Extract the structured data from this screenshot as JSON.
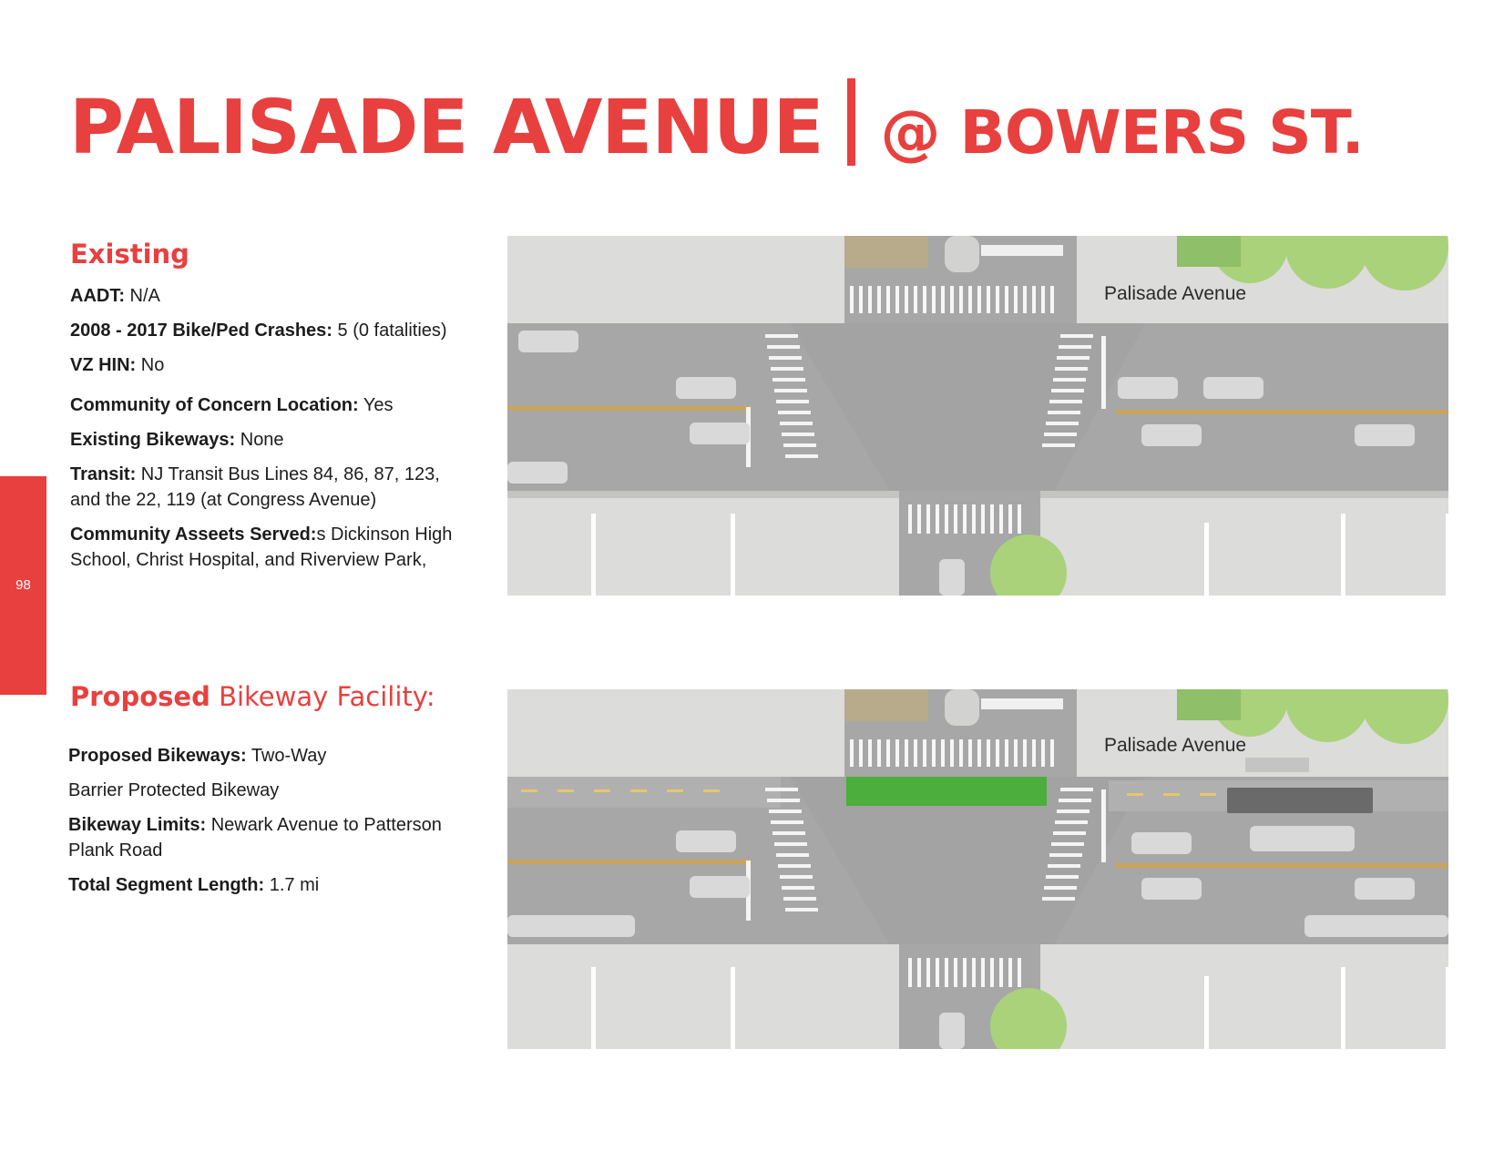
{
  "title": {
    "main": "PALISADE AVENUE",
    "sub": "@ BOWERS ST."
  },
  "page_number": "98",
  "existing": {
    "heading": "Existing",
    "facts": [
      {
        "label": "AADT:",
        "value": " N/A"
      },
      {
        "label": "2008 - 2017 Bike/Ped Crashes:",
        "value": " 5 (0 fatalities)"
      },
      {
        "label": "VZ HIN:",
        "value": " No"
      },
      {
        "label": "Community of Concern Location:",
        "value": " Yes"
      },
      {
        "label": "Existing Bikeways:",
        "value": " None"
      },
      {
        "label": "Transit:",
        "value": " NJ Transit Bus Lines 84, 86, 87, 123, and the 22, 119 (at Congress Avenue)"
      },
      {
        "label": "Community Asseets Served:",
        "value": "s Dickinson High School, Christ Hospital, and  Riverview Park,"
      }
    ],
    "diagram": {
      "street_label": "Palisade Avenue"
    }
  },
  "proposed": {
    "heading_bold": "Proposed",
    "heading_rest": " Bikeway Facility:",
    "facts": [
      {
        "label": "Proposed Bikeways:",
        "value": " Two-Way"
      },
      {
        "label": "",
        "value": "Barrier Protected Bikeway"
      },
      {
        "label": "Bikeway Limits:",
        "value": " Newark Avenue to Patterson Plank Road"
      },
      {
        "label": "Total Segment Length:",
        "value": " 1.7 mi"
      }
    ],
    "diagram": {
      "street_label": "Palisade Avenue"
    }
  },
  "colors": {
    "accent": "#e8403f",
    "asphalt": "#a7a7a7",
    "sidewalk": "#dcdcda",
    "median_line": "#c9a45c",
    "tree": "#a9d27a",
    "bike_green": "#4cae3c"
  }
}
